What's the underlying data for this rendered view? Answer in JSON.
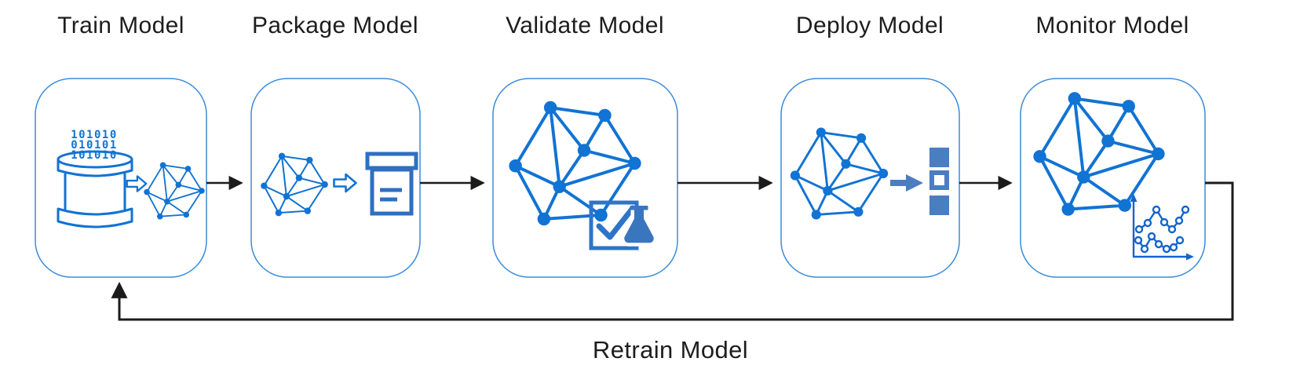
{
  "stages": [
    {
      "label": "Train Model",
      "icons": [
        "database-icon",
        "open-arrow-right-icon",
        "model-network-icon"
      ]
    },
    {
      "label": "Package Model",
      "icons": [
        "model-network-icon",
        "open-arrow-right-icon",
        "package-box-icon"
      ]
    },
    {
      "label": "Validate Model",
      "icons": [
        "model-network-icon",
        "checkmark-square-icon",
        "flask-icon"
      ]
    },
    {
      "label": "Deploy Model",
      "icons": [
        "model-network-icon",
        "solid-arrow-right-icon",
        "stacked-squares-icon"
      ]
    },
    {
      "label": "Monitor Model",
      "icons": [
        "model-network-icon",
        "line-chart-icon"
      ]
    }
  ],
  "loop_label": "Retrain Model",
  "train_icon_binary": [
    "101010",
    "010101",
    "101010"
  ],
  "colors": {
    "mesh_blue": "#1173d3",
    "box_border": "#3a8bdc",
    "package_blue": "#2e6fc3",
    "deploy_blue": "#4a7ec1",
    "validate_blue": "#2e74c9",
    "flask_blue": "#3a76bd",
    "chart_blue": "#1565c9",
    "line_black": "#1b1b1b",
    "title_color": "#1d1d1f"
  }
}
